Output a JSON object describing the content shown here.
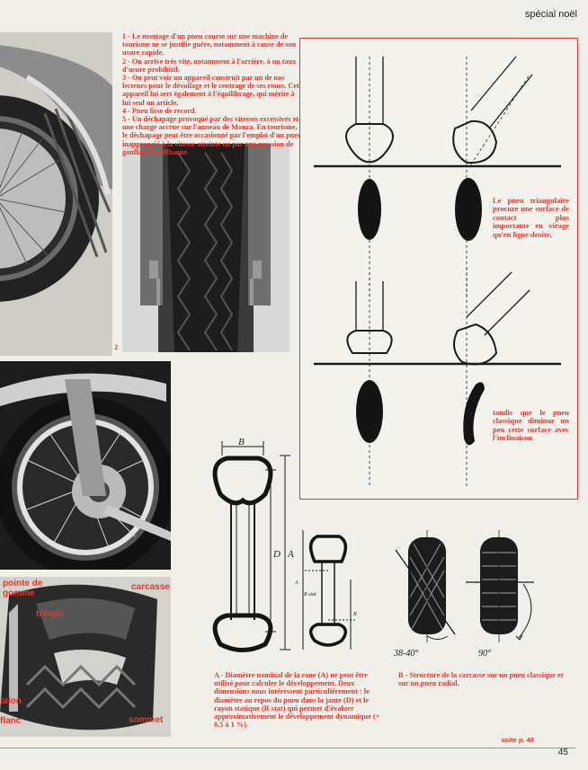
{
  "header": {
    "title": "spécial noël"
  },
  "notes": [
    "1 - Le montage d'un pneu course sur une machine de tourisme ne se justifie guère, notamment à cause de son usure rapide.",
    "2 - On arrive très vite, notamment à l'arrière, à un taux d'usure prohibitif.",
    "3 - On peut voir un appareil construit par un de nos lecteurs pour le dévoilage et le centrage de ses roues. Cet appareil lui sert également à l'équilibrage, qui mérite à lui seul un article.",
    "4 - Pneu lisse de record.",
    "5 - Un déchapage provoqué par des vitesses excessives et une charge accrue sur l'anneau de Monza. En tourisme, le déchapage peut être occasionné par l'emploi d'un pneu inapproprié à la vitesse atteinte ou par une pression de gonflage insuffisante."
  ],
  "photo_number": "2",
  "panel": {
    "text_triangular": "Le pneu triangulaire procure une surface de contact plus importante en virage qu'en ligne droite,",
    "text_classic": "tandis que le pneu classique diminue un peu cette surface avec l'inclinaison."
  },
  "tire_section_labels": {
    "pointe_de_gomme": "pointe de gomme",
    "carcasse": "carcasse",
    "tringle": "tringle",
    "talon": "talon",
    "flanc": "flanc",
    "sommet": "sommet"
  },
  "diagram_a": {
    "label_b": "B",
    "label_d": "D",
    "label_a": "A",
    "label_a_small": "A",
    "label_rstat": "R stat",
    "label_r": "R",
    "caption": "A - Diamètre nominal de la roue (A) ne peut être utilisé pour calculer le développement. Deux dimensions nous intéressent particulièrement : le diamètre au repos du pneu dans la jante (D) et le rayon statique (R stat) qui permet d'évaluer approximativement le développement dynamique (+ 0,5 à 1 %)."
  },
  "diagram_b": {
    "angle_classic": "38-40°",
    "angle_radial": "90°",
    "caption": "B - Structure de la carcasse sur un pneu classique et sur un pneu radial."
  },
  "footer": {
    "continued": "suite p. 48",
    "page_number": "45"
  }
}
